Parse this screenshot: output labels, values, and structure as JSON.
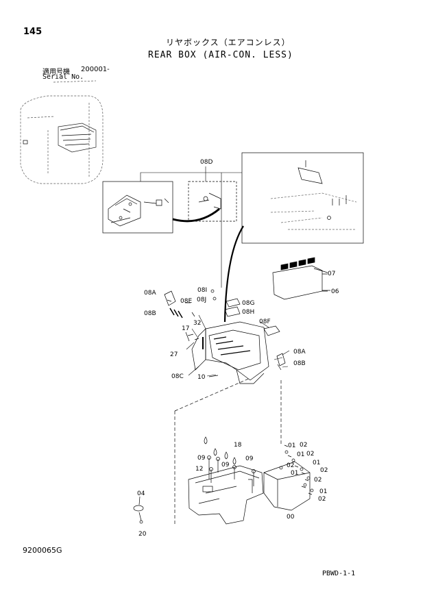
{
  "header": {
    "page_number": "145",
    "title_jp": "リヤボックス（エアコンレス）",
    "title_en": "REAR BOX (AIR-CON. LESS)",
    "serial_label_jp": "適用号機",
    "serial_range": "200001-",
    "serial_label_en": "Serial No."
  },
  "footer": {
    "drawing_number": "9200065G",
    "doc_code": "PBWD-1-1"
  },
  "callouts": {
    "c08D": "08D",
    "c07": "07",
    "c06": "06",
    "c08A_top": "08A",
    "c08E": "08E",
    "c08I": "08I",
    "c08J": "08J",
    "c08G": "08G",
    "c08H": "08H",
    "c08B_top": "08B",
    "c17": "17",
    "c32": "32",
    "c08F": "08F",
    "c08A_right": "08A",
    "c08B_right": "08B",
    "c27": "27",
    "c08C": "08C",
    "c10": "10",
    "c18": "18",
    "c09a": "09",
    "c09b": "09",
    "c09c": "09",
    "c12": "12",
    "c04": "04",
    "c20": "20",
    "c01a": "01",
    "c02a": "02",
    "c01b": "01",
    "c02b": "02",
    "c02c": "02",
    "c01c": "01",
    "c02d": "02",
    "c01d": "01",
    "c02e": "02",
    "c01e": "01",
    "c02f": "02",
    "c00": "00"
  }
}
